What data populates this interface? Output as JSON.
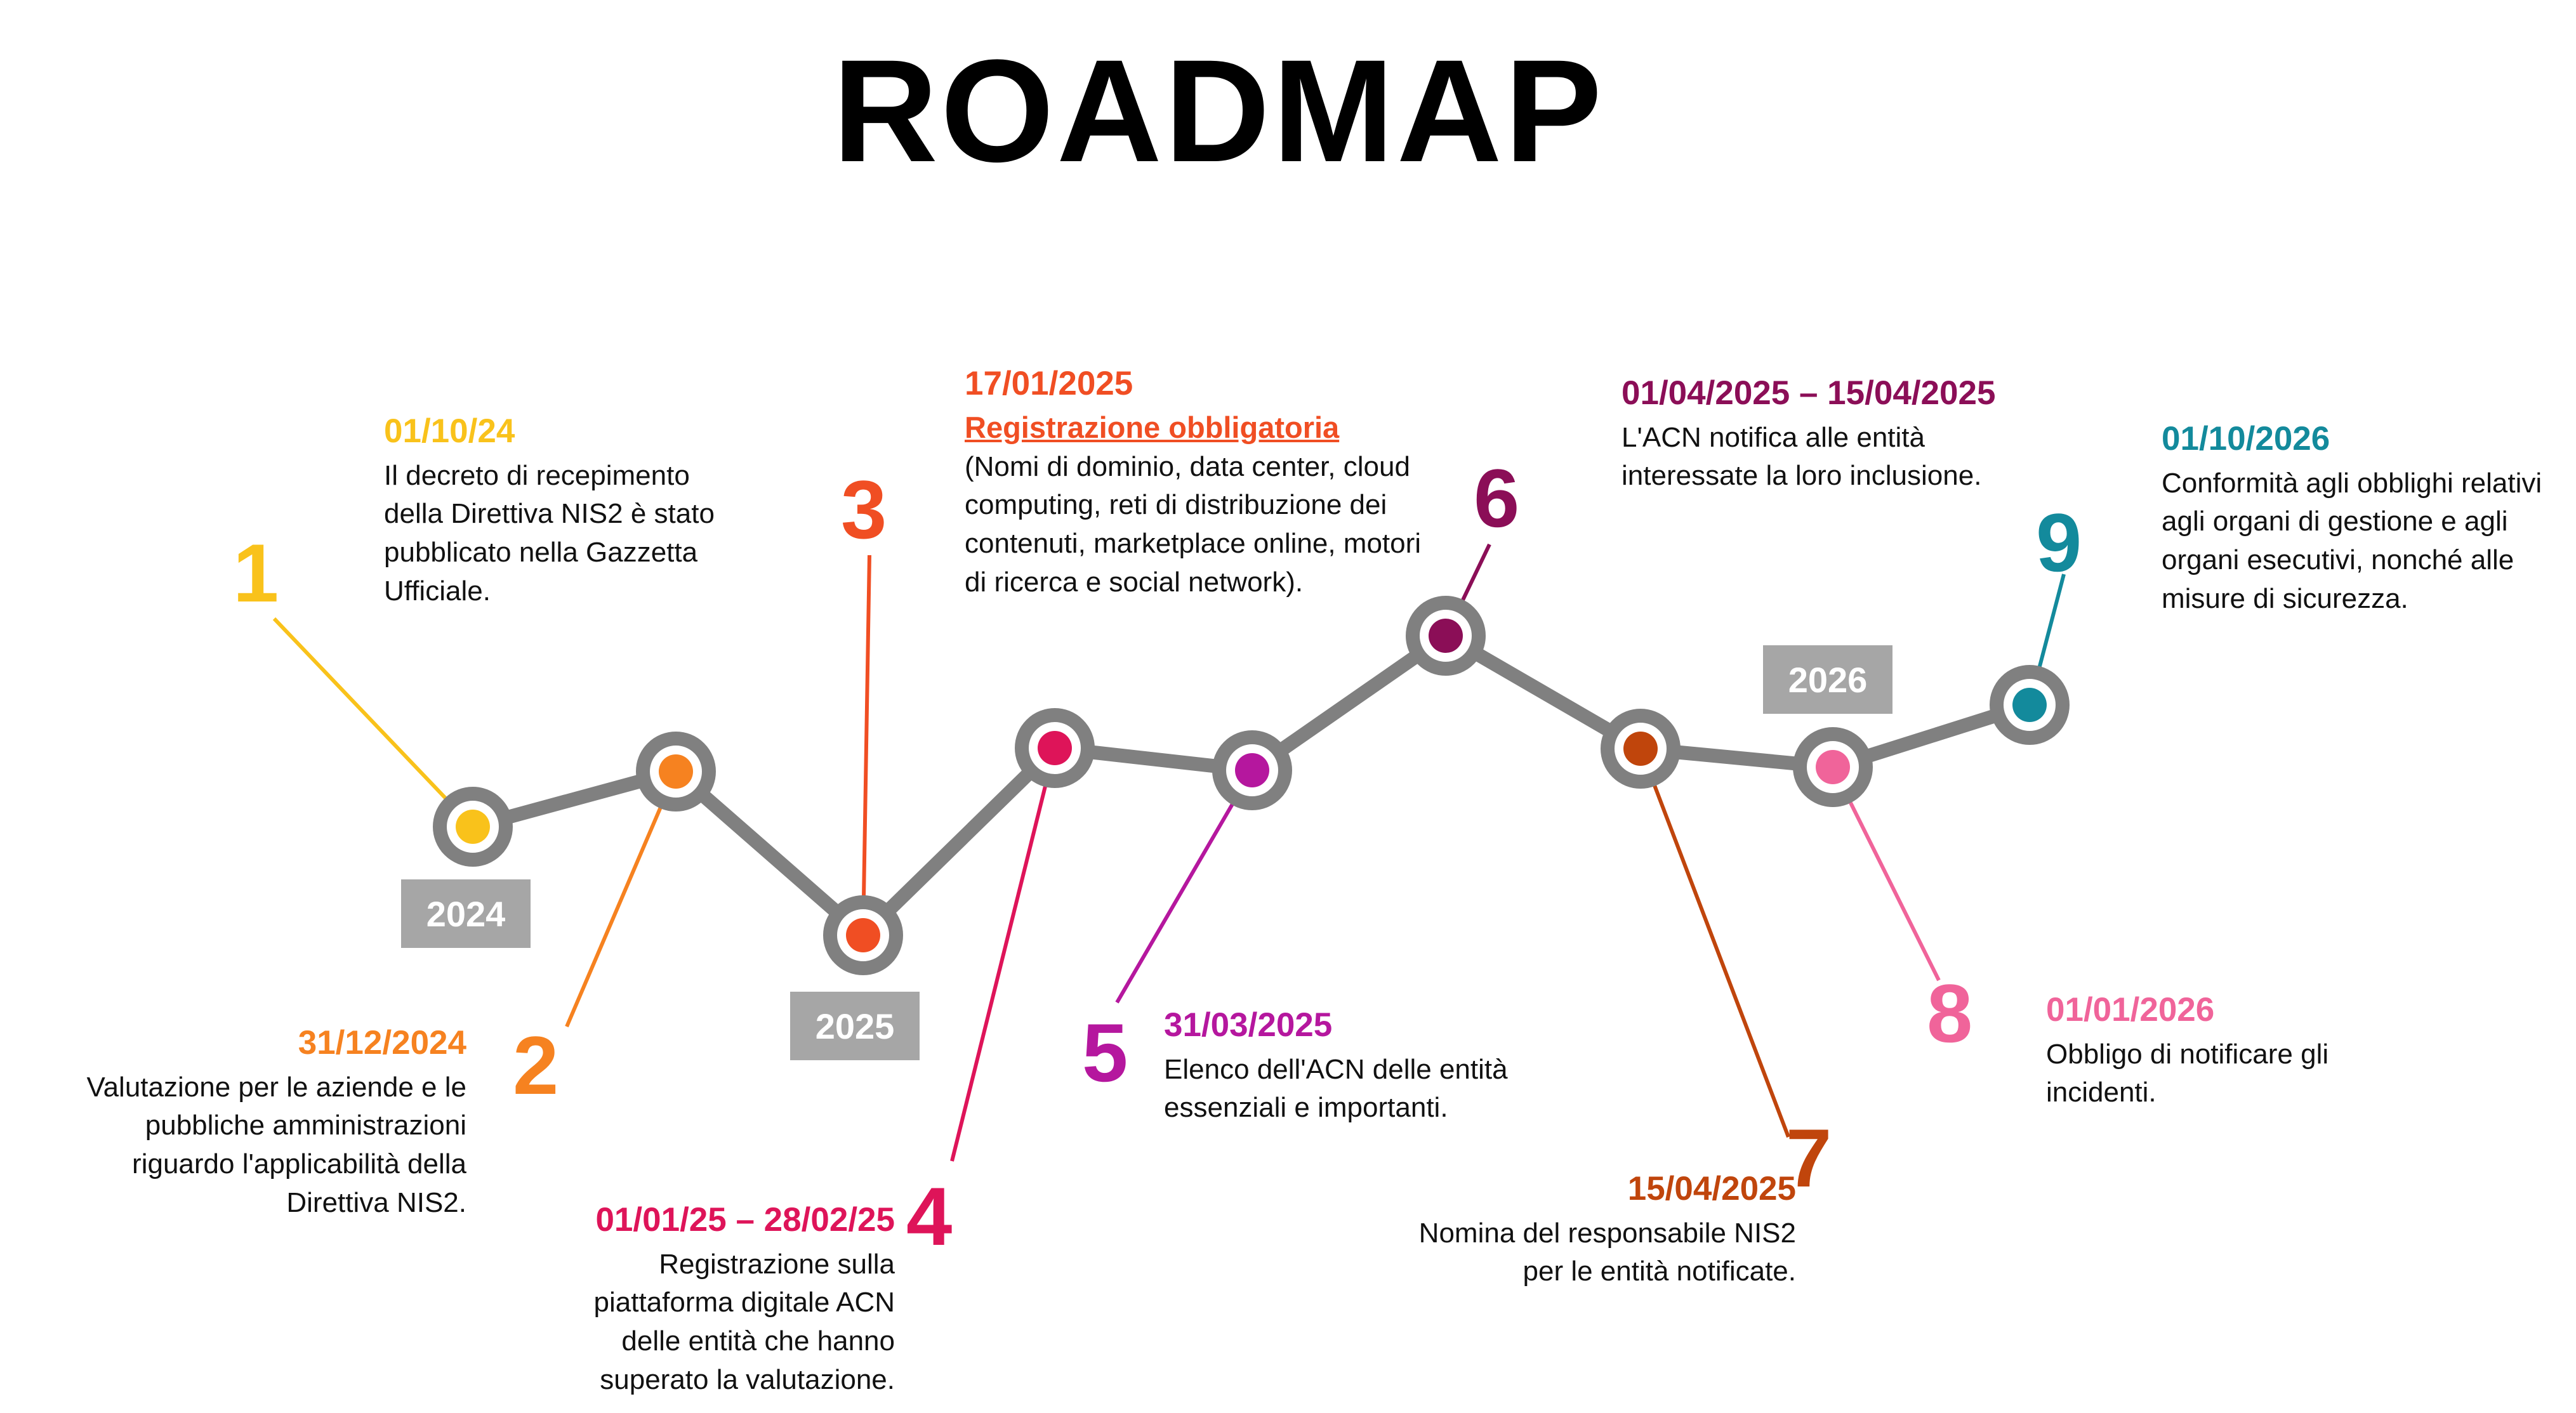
{
  "title": "ROADMAP",
  "colors": {
    "path": "#808080",
    "year_bg": "#a6a6a6",
    "m1": "#f9c21b",
    "m2": "#f68220",
    "m3": "#f04e23",
    "m4": "#de1459",
    "m5": "#b5179e",
    "m6": "#8b0e57",
    "m7": "#c0450c",
    "m8": "#f0649a",
    "m9": "#138a9c"
  },
  "years": [
    "2024",
    "2025",
    "2026"
  ],
  "milestones": [
    {
      "number": "1",
      "date": "01/10/24",
      "description": "Il decreto di recepimento della Direttiva NIS2 è stato pubblicato nella Gazzetta Ufficiale."
    },
    {
      "number": "2",
      "date": "31/12/2024",
      "description": "Valutazione per le aziende e le pubbliche amministrazioni riguardo l'applicabilità della Direttiva NIS2."
    },
    {
      "number": "3",
      "date": "17/01/2025",
      "subtitle": "Registrazione obbligatoria",
      "description": "(Nomi di dominio, data center, cloud computing, reti di distribuzione dei contenuti, marketplace online, motori di ricerca e social network)."
    },
    {
      "number": "4",
      "date": "01/01/25 – 28/02/25",
      "description": "Registrazione sulla piattaforma digitale ACN delle entità che hanno superato la valutazione."
    },
    {
      "number": "5",
      "date": "31/03/2025",
      "description": "Elenco dell'ACN delle entità essenziali e importanti."
    },
    {
      "number": "6",
      "date": "01/04/2025 – 15/04/2025",
      "description": "L'ACN notifica alle entità interessate la loro inclusione."
    },
    {
      "number": "7",
      "date": "15/04/2025",
      "description": "Nomina del responsabile NIS2 per le entità notificate."
    },
    {
      "number": "8",
      "date": "01/01/2026",
      "description": "Obbligo di notificare gli incidenti."
    },
    {
      "number": "9",
      "date": "01/10/2026",
      "description": "Conformità agli obblighi relativi agli organi di gestione e agli organi esecutivi, nonché alle misure di sicurezza."
    }
  ]
}
